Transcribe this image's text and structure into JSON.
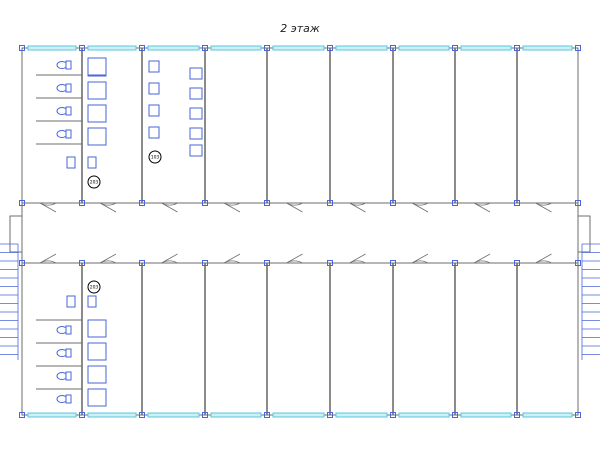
{
  "plan": {
    "floor_label": "2 этаж",
    "room_tags": [
      {
        "id": "tag-top-left",
        "text": "203"
      },
      {
        "id": "tag-top-second",
        "text": "103"
      },
      {
        "id": "tag-bottom-left",
        "text": "203"
      }
    ]
  },
  "colors": {
    "wall": "#6e6e6e",
    "window": "#58c7dc",
    "fixture": "#4a66d8"
  }
}
